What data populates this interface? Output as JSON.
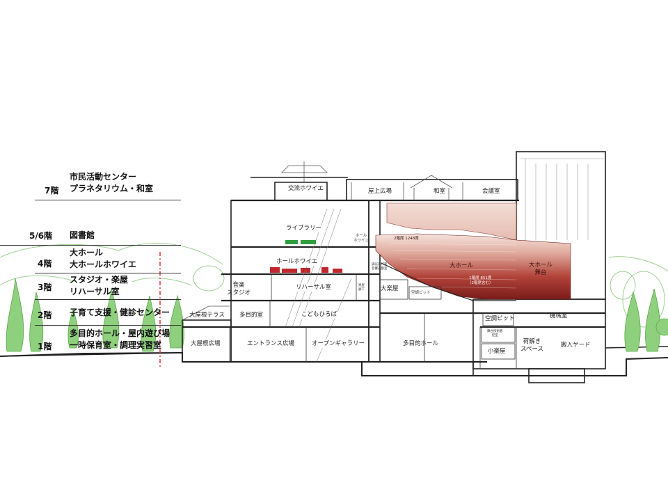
{
  "floors": [
    {
      "key": "7階",
      "lines": [
        "市民活動センター",
        "プラネタリウム・和室"
      ]
    },
    {
      "key": "5/6階",
      "lines": [
        "図書館"
      ]
    },
    {
      "key": "4階",
      "lines": [
        "大ホール",
        "大ホールホワイエ"
      ]
    },
    {
      "key": "3階",
      "lines": [
        "スタジオ・楽屋",
        "リハーサル室"
      ]
    },
    {
      "key": "2階",
      "lines": [
        "子育て支援・健診センター"
      ]
    },
    {
      "key": "1階",
      "lines": [
        "多目的ホール・屋内遊び場",
        "一時保育室・調理実習室"
      ]
    }
  ],
  "rooms": {
    "koryu_foyer": "交流ホワイエ",
    "okujo_hiroba": "屋上広場",
    "washitsu": "和室",
    "kaigishitsu": "会議室",
    "library": "ライブラリー",
    "hall_foyer_small": [
      "ホール",
      "ホワイエ"
    ],
    "seats_top": "2階席 1248席",
    "seats_mid": [
      "1階席 851席",
      "（2階席含む）"
    ],
    "hall_foyer": "ホールホワイエ",
    "daihall": "大ホール",
    "daihall_stage": [
      "大ホール",
      "舞台"
    ],
    "ongaku_studio": [
      "音楽",
      "スタジオ"
    ],
    "rehearsal": "リハーサル室",
    "gakuya_small": [
      "楽屋",
      "廊下"
    ],
    "dai_gakuya": "大楽屋",
    "kucho_pit_upper": "空調ピット",
    "onsei_room": [
      "調光操作室",
      "音響調整室"
    ],
    "okuyane_terrace": "大屋根テラス",
    "tamokuteki_room": "多目的室",
    "kodomo_hiroba": "こどもひろば",
    "kucho_pit": "空調ピット",
    "kikaishitsu": "機械室",
    "butai_gijutsu": [
      "舞台技術者",
      "控室"
    ],
    "niwaki_space": [
      "荷解き",
      "スペース"
    ],
    "hannyu_yard": "搬入ヤード",
    "ko_gakuya": "小楽屋",
    "okuyane_shita": "大屋根広場",
    "entrance": "エントランス広場",
    "open_gallery": "オープンギャラリー",
    "tamokuteki_hall": "多目的ホール"
  }
}
